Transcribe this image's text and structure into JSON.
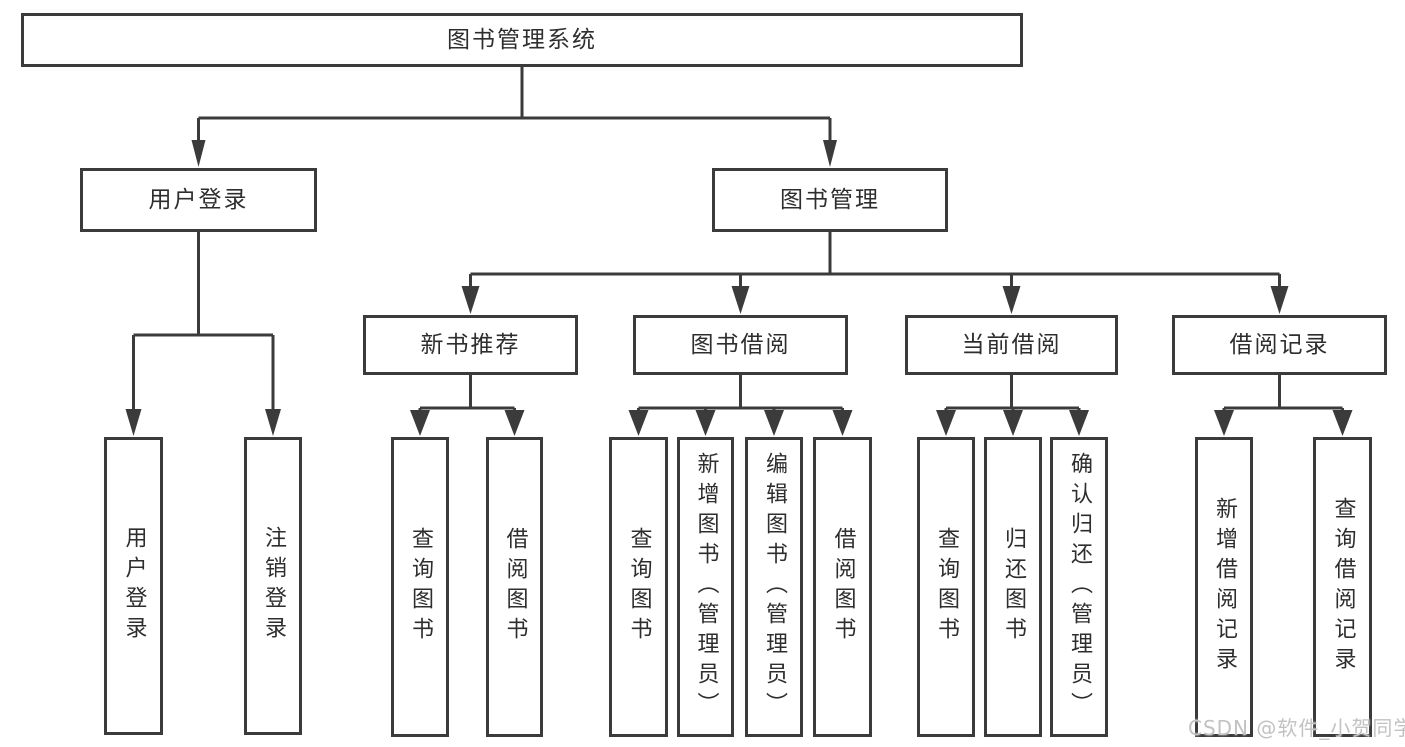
{
  "nodes": {
    "root": {
      "label": "图书管理系统"
    },
    "user_login": {
      "label": "用户登录"
    },
    "book_mgmt": {
      "label": "图书管理"
    },
    "new_book_rec": {
      "label": "新书推荐"
    },
    "book_borrow": {
      "label": "图书借阅"
    },
    "current_borrow": {
      "label": "当前借阅"
    },
    "borrow_records": {
      "label": "借阅记录"
    },
    "login": {
      "label": "用户登录"
    },
    "logout": {
      "label": "注销登录"
    },
    "query_book_1": {
      "label": "查询图书"
    },
    "borrow_book_1": {
      "label": "借阅图书"
    },
    "query_book_2": {
      "label": "查询图书"
    },
    "add_book": {
      "label": "新增图书（管理员）"
    },
    "edit_book": {
      "label": "编辑图书（管理员）"
    },
    "borrow_book_2": {
      "label": "借阅图书"
    },
    "query_book_3": {
      "label": "查询图书"
    },
    "return_book": {
      "label": "归还图书"
    },
    "confirm_return": {
      "label": "确认归还（管理员）"
    },
    "add_borrow_record": {
      "label": "新增借阅记录"
    },
    "query_borrow_record": {
      "label": "查询借阅记录"
    }
  },
  "watermark": "CSDN @软件_小贺同学",
  "colors": {
    "line": "#3b3b3b",
    "text": "#2e2e2e",
    "watermark": "#c2c2c2",
    "background": "#ffffff"
  }
}
